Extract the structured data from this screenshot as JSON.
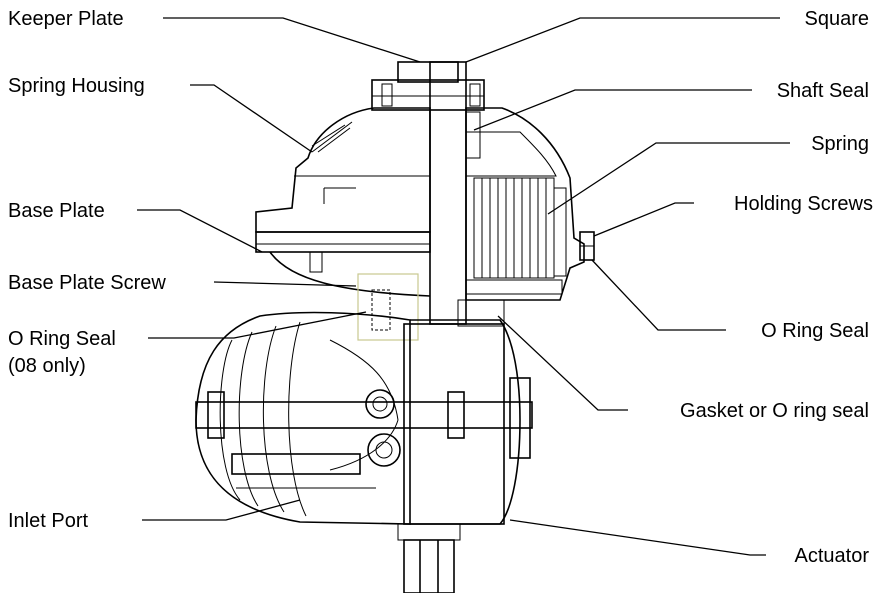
{
  "labels": {
    "keeper_plate": "Keeper Plate",
    "spring_housing": "Spring Housing",
    "base_plate": "Base Plate",
    "base_plate_screw": "Base Plate Screw",
    "o_ring_seal_left": "O Ring Seal",
    "o_ring_seal_left_note": "(08 only)",
    "inlet_port": "Inlet Port",
    "square": "Square",
    "shaft_seal": "Shaft Seal",
    "spring": "Spring",
    "holding_screws": "Holding Screws",
    "o_ring_seal_right": "O Ring Seal",
    "gasket": "Gasket or O ring seal",
    "actuator": "Actuator"
  },
  "colors": {
    "line": "#000000",
    "background": "#ffffff",
    "highlight_box": "#c8c890"
  }
}
